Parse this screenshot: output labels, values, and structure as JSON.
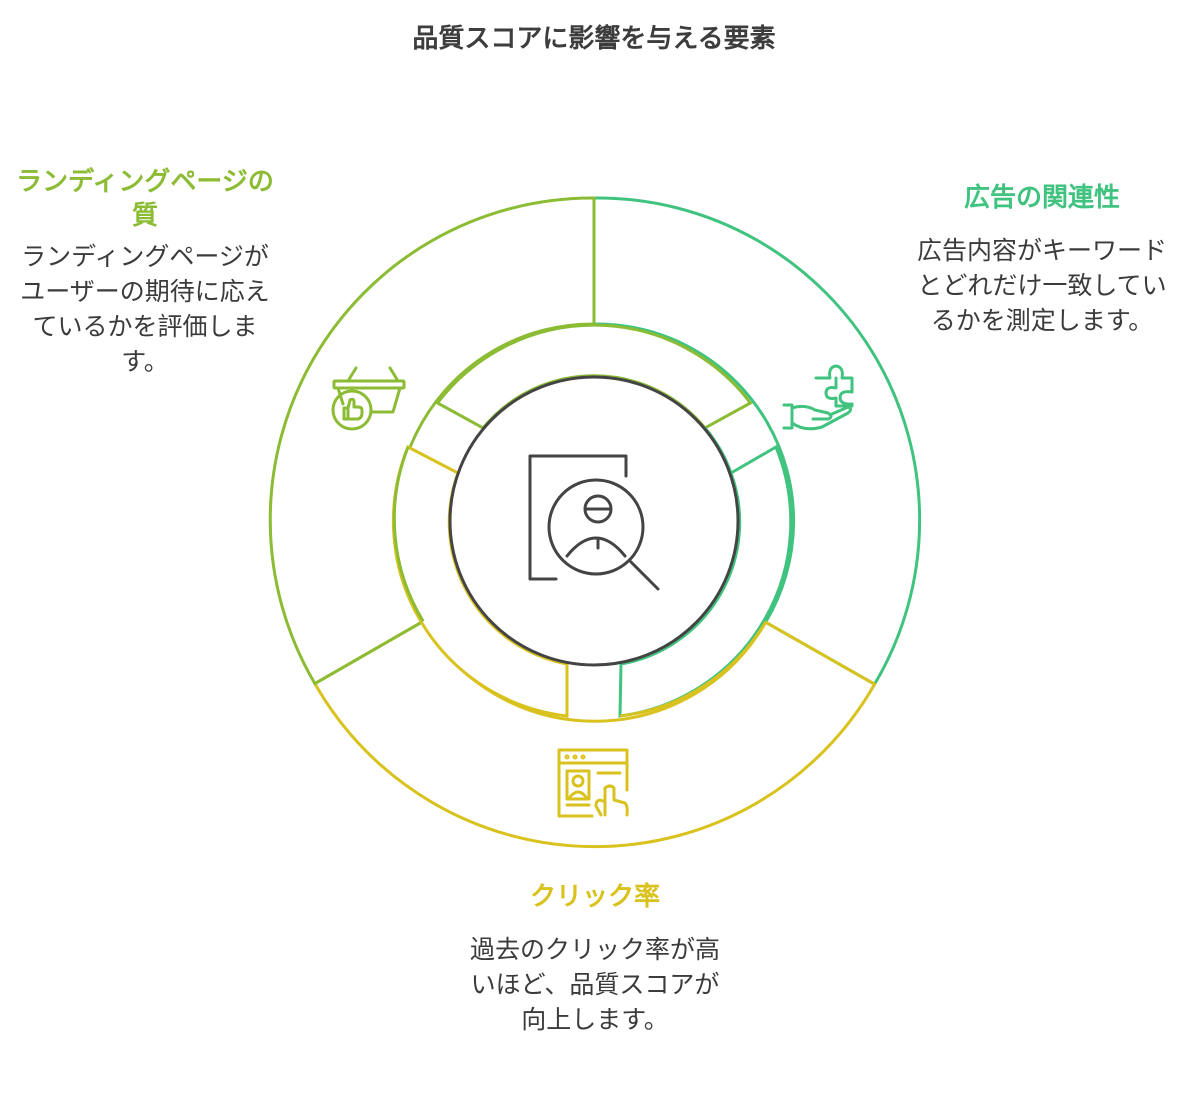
{
  "title": "品質スコアに影響を与える要素",
  "colors": {
    "landing": "#8cbb34",
    "relevance": "#3fc37f",
    "ctr": "#d9c21e",
    "center": "#444444"
  },
  "factors": {
    "landing": {
      "heading": "ランディングページの質",
      "description": "ランディングページがユーザーの期待に応えているかを評価します。",
      "icon": "basket-thumbs-up-icon"
    },
    "relevance": {
      "heading": "広告の関連性",
      "description": "広告内容がキーワードとどれだけ一致しているかを測定します。",
      "icon": "hand-puzzle-icon"
    },
    "ctr": {
      "heading": "クリック率",
      "description": "過去のクリック率が高いほど、品質スコアが向上します。",
      "icon": "browser-click-icon"
    }
  },
  "center_icon": "document-user-search-icon"
}
